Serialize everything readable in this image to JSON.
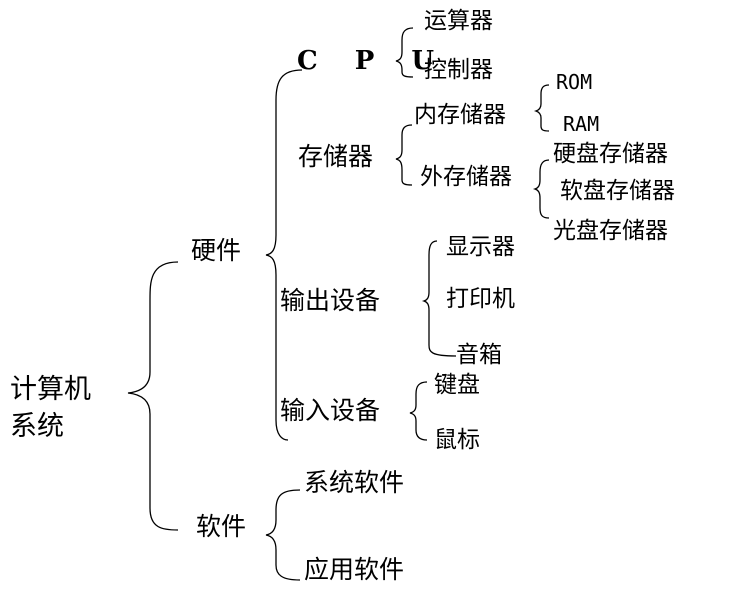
{
  "root": {
    "line1": "计算机",
    "line2": "系统"
  },
  "hardware": {
    "label": "硬件",
    "cpu": {
      "label": "C P U",
      "children": [
        "运算器",
        "控制器"
      ]
    },
    "storage": {
      "label": "存储器",
      "internal": {
        "label": "内存储器",
        "children": [
          "ROM",
          "RAM"
        ]
      },
      "external": {
        "label": "外存储器",
        "children": [
          "硬盘存储器",
          "软盘存储器",
          "光盘存储器"
        ]
      }
    },
    "output": {
      "label": "输出设备",
      "children": [
        "显示器",
        "打印机",
        "音箱"
      ]
    },
    "input": {
      "label": "输入设备",
      "children": [
        "键盘",
        "鼠标"
      ]
    }
  },
  "software": {
    "label": "软件",
    "children": [
      "系统软件",
      "应用软件"
    ]
  }
}
